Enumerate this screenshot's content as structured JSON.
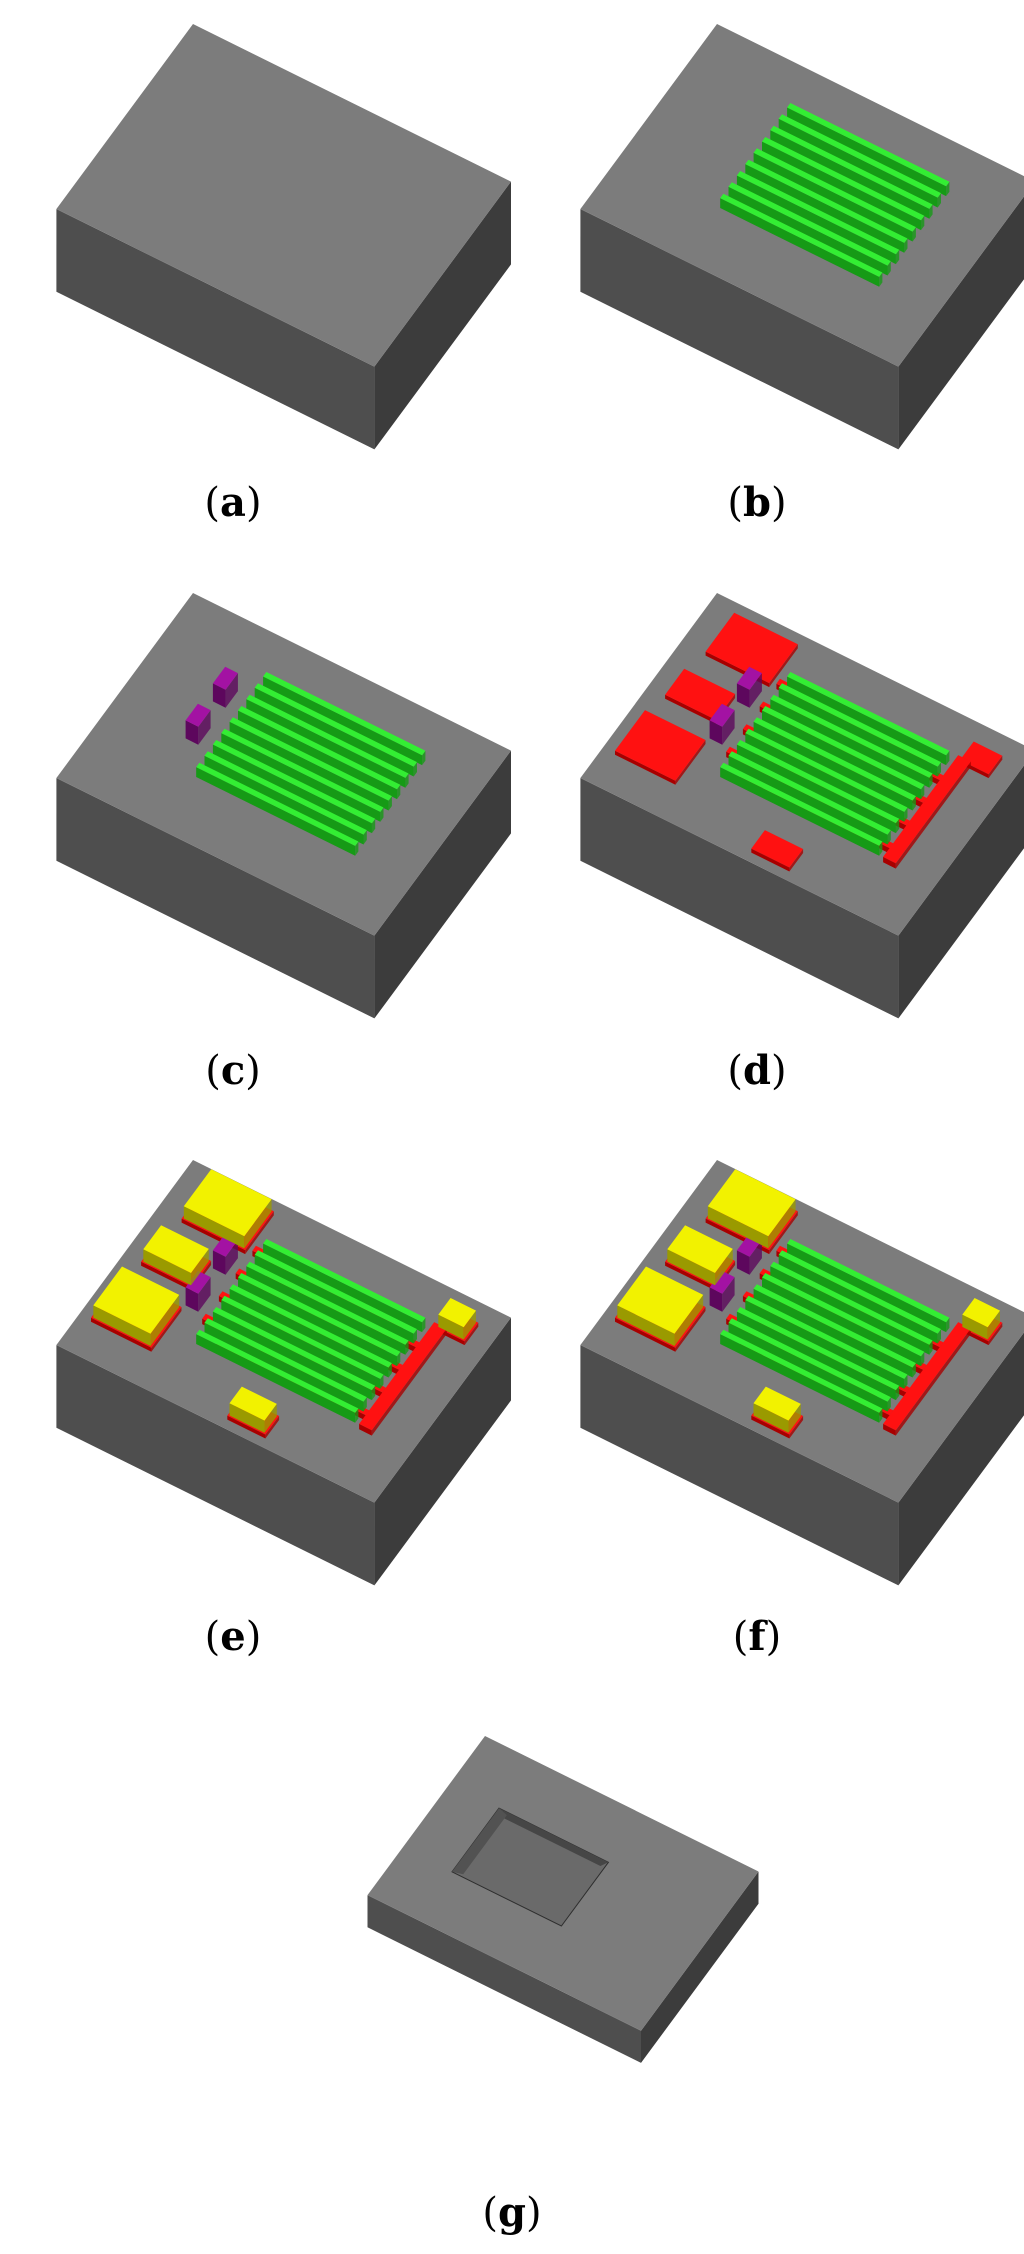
{
  "colors": {
    "substrate_top": "#7c7c7c",
    "substrate_front": "#4e4e4e",
    "substrate_side": "#3c3c3c",
    "green_top": "#33ee33",
    "green_side": "#169a16",
    "purple_top": "#a312a3",
    "purple_side": "#5d075d",
    "red_top": "#ff1111",
    "red_side": "#a80000",
    "yellow_top": "#f2f200",
    "yellow_side": "#9a9a00"
  },
  "panels": [
    {
      "id": "a",
      "caption": "a",
      "layers": [
        "substrate"
      ]
    },
    {
      "id": "b",
      "caption": "b",
      "layers": [
        "substrate",
        "green-fingers"
      ]
    },
    {
      "id": "c",
      "caption": "c",
      "layers": [
        "substrate",
        "green-fingers",
        "purple-gates"
      ]
    },
    {
      "id": "d",
      "caption": "d",
      "layers": [
        "substrate",
        "green-fingers",
        "purple-gates",
        "red-electrodes"
      ]
    },
    {
      "id": "e",
      "caption": "e",
      "layers": [
        "substrate",
        "green-fingers",
        "purple-gates",
        "red-electrodes",
        "yellow-pads"
      ]
    },
    {
      "id": "f",
      "caption": "f",
      "layers": [
        "substrate",
        "green-fingers",
        "purple-gates",
        "red-electrodes",
        "yellow-pads"
      ]
    },
    {
      "id": "g",
      "caption": "g",
      "layers": [
        "thin-substrate",
        "cavity"
      ]
    }
  ]
}
